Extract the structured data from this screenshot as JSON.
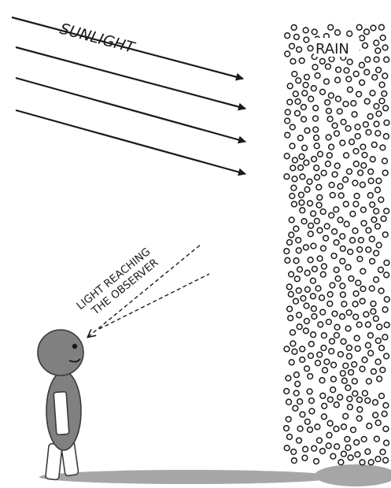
{
  "labels": {
    "sunlight": "SUNLIGHT",
    "rain": "RAIN",
    "light_line1": "LIGHT REACHING",
    "light_line2": "THE OBSERVER"
  },
  "colors": {
    "ink": "#1a1a1a",
    "figure_body": "#808080",
    "figure_outline": "#3a3a3a",
    "shadow": "#a6a6a6",
    "background": "#ffffff"
  },
  "icons": {
    "observer": "person-figure-icon",
    "sun_rays": "arrow-icon",
    "rain": "raindrop-icon"
  }
}
